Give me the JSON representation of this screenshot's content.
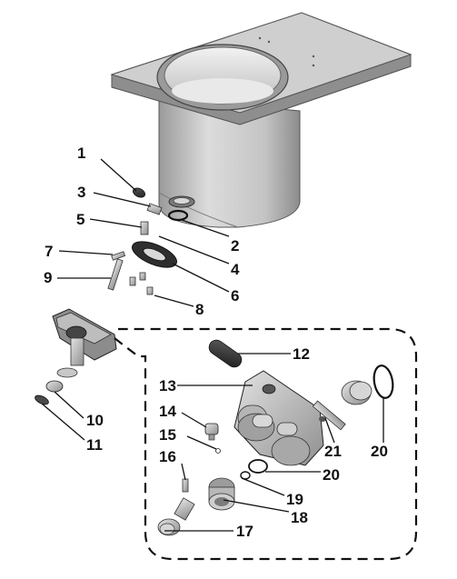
{
  "callouts": [
    {
      "id": "1",
      "label": "1"
    },
    {
      "id": "2",
      "label": "2"
    },
    {
      "id": "3",
      "label": "3"
    },
    {
      "id": "4",
      "label": "4"
    },
    {
      "id": "5",
      "label": "5"
    },
    {
      "id": "6",
      "label": "6"
    },
    {
      "id": "7",
      "label": "7"
    },
    {
      "id": "8",
      "label": "8"
    },
    {
      "id": "9",
      "label": "9"
    },
    {
      "id": "10",
      "label": "10"
    },
    {
      "id": "11",
      "label": "11"
    },
    {
      "id": "12",
      "label": "12"
    },
    {
      "id": "13",
      "label": "13"
    },
    {
      "id": "14",
      "label": "14"
    },
    {
      "id": "15",
      "label": "15"
    },
    {
      "id": "16",
      "label": "16"
    },
    {
      "id": "17",
      "label": "17"
    },
    {
      "id": "18",
      "label": "18"
    },
    {
      "id": "19",
      "label": "19"
    },
    {
      "id": "20a",
      "label": "20"
    },
    {
      "id": "20b",
      "label": "20"
    },
    {
      "id": "21",
      "label": "21"
    }
  ],
  "colors": {
    "metal_light": "#d4d4d4",
    "metal_mid": "#a9a9a9",
    "metal_dark": "#6e6e6e",
    "rubber": "#3a3a3a",
    "line": "#111111"
  }
}
